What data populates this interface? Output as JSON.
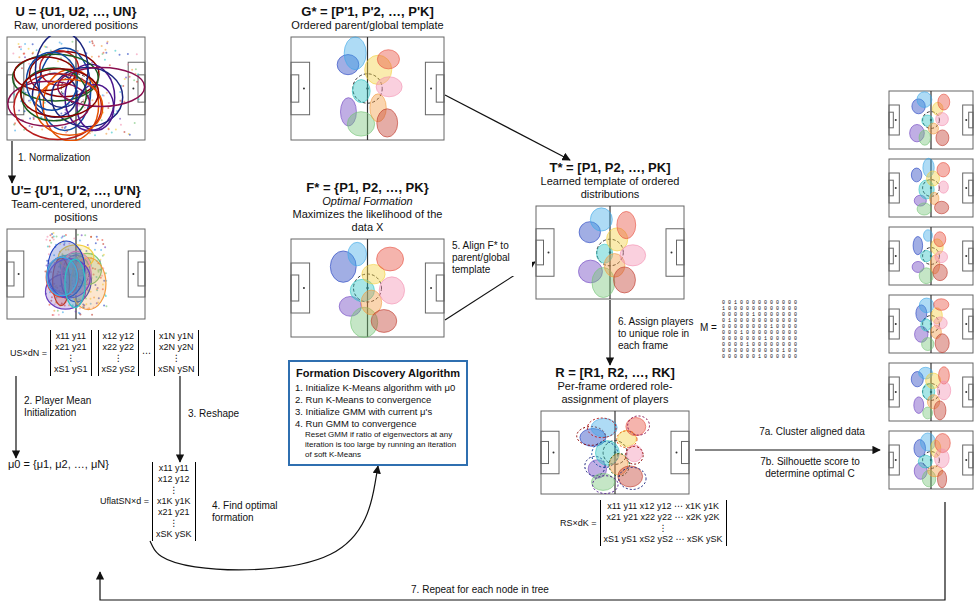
{
  "diagram": {
    "nodes": [
      {
        "text": [
          "U = {U1, U2, …, UN}",
          "Raw, unordered positions"
        ]
      },
      {
        "text": [
          "U'= {U'1, U'2, …, U'N}",
          "Team-centered, unordered positions"
        ]
      },
      {
        "text": [
          "US×dN =",
          "x11 y11",
          "x21 y21",
          "⋮",
          "xS1 yS1",
          "x12 y12",
          "x22 y22",
          "⋮",
          "xS2 yS2",
          "⋯",
          "x1N y1N",
          "x2N y2N",
          "⋮",
          "xSN ySN"
        ]
      },
      {
        "text": [
          "μ0 = {μ1, μ2, …, μN}"
        ]
      },
      {
        "text": [
          "UflatSN×d =",
          "x11 y11",
          "x12 y12",
          "⋮",
          "x1K y1K",
          "x21 y21",
          "⋮",
          "xSK ySK"
        ]
      },
      {
        "text": [
          "G* = [P'1, P'2, …, P'K]",
          "Ordered parent/global template"
        ]
      },
      {
        "text": [
          "F* = {P1, P2, …, PK}",
          "Optimal Formation",
          "Maximizes the likelihood of the data X"
        ]
      },
      {
        "text": [
          "Formation Discovery Algorithm",
          "1. Initialize K-Means algorithm with μ0",
          "2. Run K-Means to convergence",
          "3. Initialize GMM with current μ's",
          "4. Run GMM to convergence",
          "Reset GMM if ratio of eigenvectors at any iteration is too large by running an iteration of soft K-Means"
        ]
      },
      {
        "text": [
          "T* = [P1, P2, …, PK]",
          "Learned template of ordered distributions"
        ]
      },
      {
        "text": [
          "R = [R1, R2, …, RK]",
          "Per-frame ordered role-assignment of players"
        ]
      },
      {
        "text": [
          "RS×dK =",
          "x11 y11 x12 y12 ⋯ x1K y1K",
          "x21 y21 x22 y22 ⋯ x2K y2K",
          "⋮",
          "xS1 yS1 xS2 yS2 ⋯ xSK ySK"
        ]
      }
    ],
    "edges": [
      {
        "from": 0,
        "to": 1,
        "label": "1. Normalization",
        "arrow": "to"
      },
      {
        "from": 2,
        "to": 3,
        "label": "2. Player Mean Initialization",
        "arrow": "to"
      },
      {
        "from": 2,
        "to": 4,
        "label": "3. Reshape",
        "arrow": "to"
      },
      {
        "from": 4,
        "to": 7,
        "label": "4. Find optimal formation",
        "arrow": "to"
      },
      {
        "from": 6,
        "to": 8,
        "label": "5. Align F* to parent/global template",
        "arrow": "to"
      },
      {
        "from": 5,
        "to": 8,
        "arrow": "to"
      },
      {
        "from": 8,
        "to": 9,
        "label": "6. Assign players to unique role in each frame",
        "arrow": "to"
      }
    ],
    "labels": [
      "7a. Cluster aligned data",
      "7b. Silhouette score to determine optimal C",
      "7. Repeat for each node in tree",
      "M =",
      "0 0 1 0 0 0 0 0 0 0 0 0 0",
      "1 0 0 0 0 0 0 0 0 0 0 0 0",
      "0 0 0 0 0 1 0 0 0 0 0 0 0",
      "0 1 0 0 0 0 0 0 0 0 0 0 0",
      "0 0 0 0 0 0 0 0 1 0 0 0 0",
      "0 0 0 1 0 0 0 0 0 0 0 0 0",
      "0 0 0 0 0 0 0 1 0 0 0 0 0",
      "0 0 0 0 1 0 0 0 0 0 0 0 0",
      "0 0 0 0 0 0 0 0 0 0 1 0 0",
      "0 0 0 0 0 0 1 0 0 0 0 0 0"
    ]
  }
}
